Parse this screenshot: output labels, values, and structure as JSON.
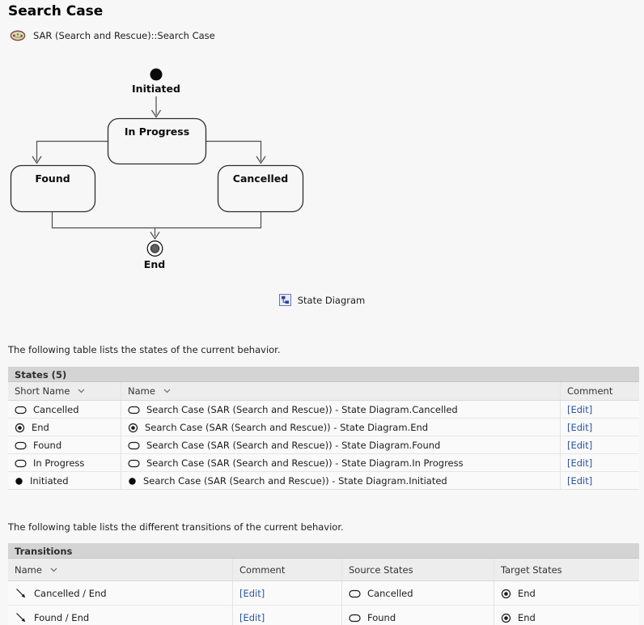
{
  "page": {
    "title": "Search Case",
    "qualified_name": "SAR (Search and Rescue)::Search Case"
  },
  "diagram": {
    "caption": "State Diagram",
    "labels": {
      "initiated": "Initiated",
      "in_progress": "In Progress",
      "found": "Found",
      "cancelled": "Cancelled",
      "end": "End"
    }
  },
  "states_section": {
    "intro": "The following table lists the states of the current behavior.",
    "table_title": "States (5)",
    "columns": {
      "short_name": "Short Name",
      "name": "Name",
      "comment": "Comment"
    },
    "edit_label": "[Edit]",
    "rows": [
      {
        "short_name": "Cancelled",
        "name": "Search Case (SAR (Search and Rescue)) - State Diagram.Cancelled",
        "comment_link": "[Edit]"
      },
      {
        "short_name": "End",
        "name": "Search Case (SAR (Search and Rescue)) - State Diagram.End",
        "comment_link": "[Edit]"
      },
      {
        "short_name": "Found",
        "name": "Search Case (SAR (Search and Rescue)) - State Diagram.Found",
        "comment_link": "[Edit]"
      },
      {
        "short_name": "In Progress",
        "name": "Search Case (SAR (Search and Rescue)) - State Diagram.In Progress",
        "comment_link": "[Edit]"
      },
      {
        "short_name": "Initiated",
        "name": "Search Case (SAR (Search and Rescue)) - State Diagram.Initiated",
        "comment_link": "[Edit]"
      }
    ]
  },
  "transitions_section": {
    "intro": "The following table lists the different transitions of the current behavior.",
    "table_title": "Transitions",
    "columns": {
      "name": "Name",
      "comment": "Comment",
      "source": "Source States",
      "target": "Target States"
    },
    "rows": [
      {
        "name": "Cancelled / End",
        "comment_link": "[Edit]",
        "source": "Cancelled",
        "target": "End"
      },
      {
        "name": "Found / End",
        "comment_link": "[Edit]",
        "source": "Found",
        "target": "End"
      }
    ]
  },
  "colors": {
    "edit_link": "#2b55a3",
    "table_caption_bg": "#d4d4d4",
    "table_header_bg": "#ededed",
    "row_bg": "#fafafa",
    "page_bg": "#f7f7f7",
    "diagram_stroke": "#2d2d2d"
  }
}
